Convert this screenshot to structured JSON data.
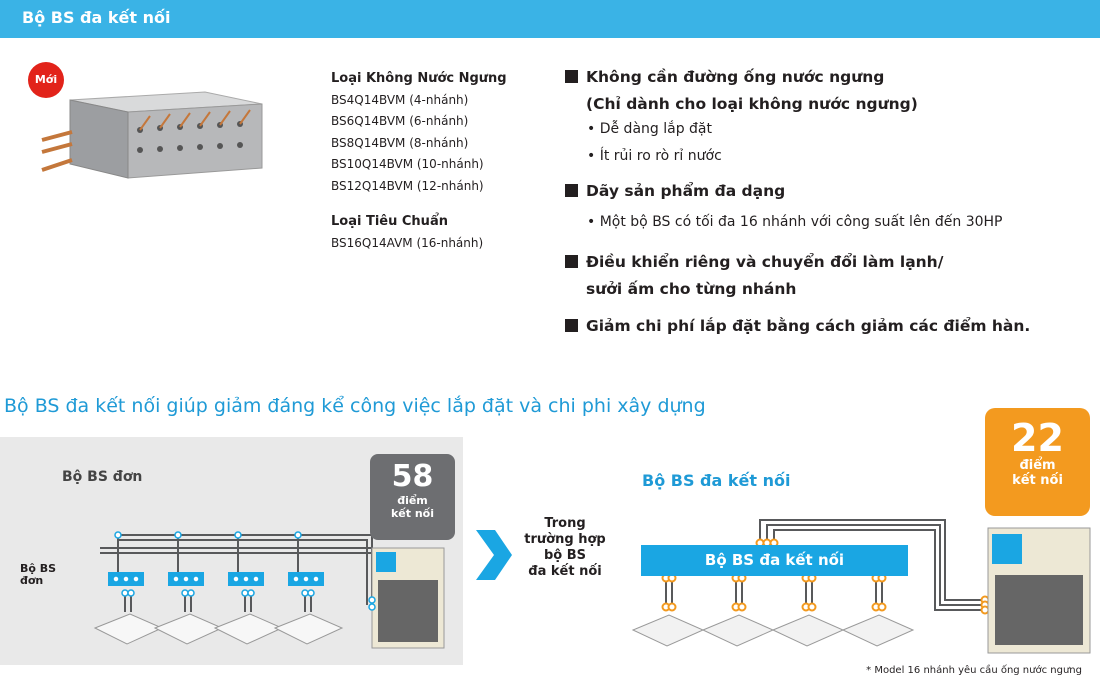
{
  "header": {
    "title": "Bộ BS đa kết nối"
  },
  "badge": "Mới",
  "models": {
    "group1_title": "Loại Không Nước Ngưng",
    "group1": [
      "BS4Q14BVM (4-nhánh)",
      "BS6Q14BVM (6-nhánh)",
      "BS8Q14BVM (8-nhánh)",
      "BS10Q14BVM (10-nhánh)",
      "BS12Q14BVM (12-nhánh)"
    ],
    "group2_title": "Loại Tiêu Chuẩn",
    "group2": [
      "BS16Q14AVM (16-nhánh)"
    ]
  },
  "features": {
    "f1": "Không cần đường ống nước ngưng",
    "f1_sub": "(Chỉ dành cho loại không nước ngưng)",
    "f1_b1": "• Dễ dàng lắp đặt",
    "f1_b2": "• Ít rủi ro rò rỉ nước",
    "f2": "Dãy sản phẩm đa dạng",
    "f2_b1": "• Một bộ BS có tối đa 16 nhánh với công suất lên đến 30HP",
    "f3": "Điều khiển riêng và chuyển đổi làm lạnh/",
    "f3_sub": "sưởi ấm cho từng nhánh",
    "f4": "Giảm chi phí lắp đặt bằng cách giảm các điểm hàn."
  },
  "section_title": "Bộ BS đa kết nối giúp giảm đáng kể công việc lắp đặt và chi phi xây dựng",
  "single": {
    "label": "Bộ BS đơn",
    "count": "58",
    "unit1": "điểm",
    "unit2": "kết nối",
    "bs_label1": "Bộ BS",
    "bs_label2": "đơn"
  },
  "middle": {
    "line1": "Trong",
    "line2": "trường hợp",
    "line3": "bộ BS",
    "line4": "đa kết nối"
  },
  "multi": {
    "label": "Bộ BS đa kết nối",
    "count": "22",
    "unit1": "điểm",
    "unit2": "kết nối",
    "bar": "Bộ BS đa kết nối"
  },
  "note": "* Model 16 nhánh yêu cầu ống nước ngưng",
  "colors": {
    "header": "#3ab3e6",
    "accent_blue": "#1f9ad6",
    "orange": "#f39a1f",
    "grey_box": "#6d6e71",
    "red_badge": "#e2231a"
  }
}
